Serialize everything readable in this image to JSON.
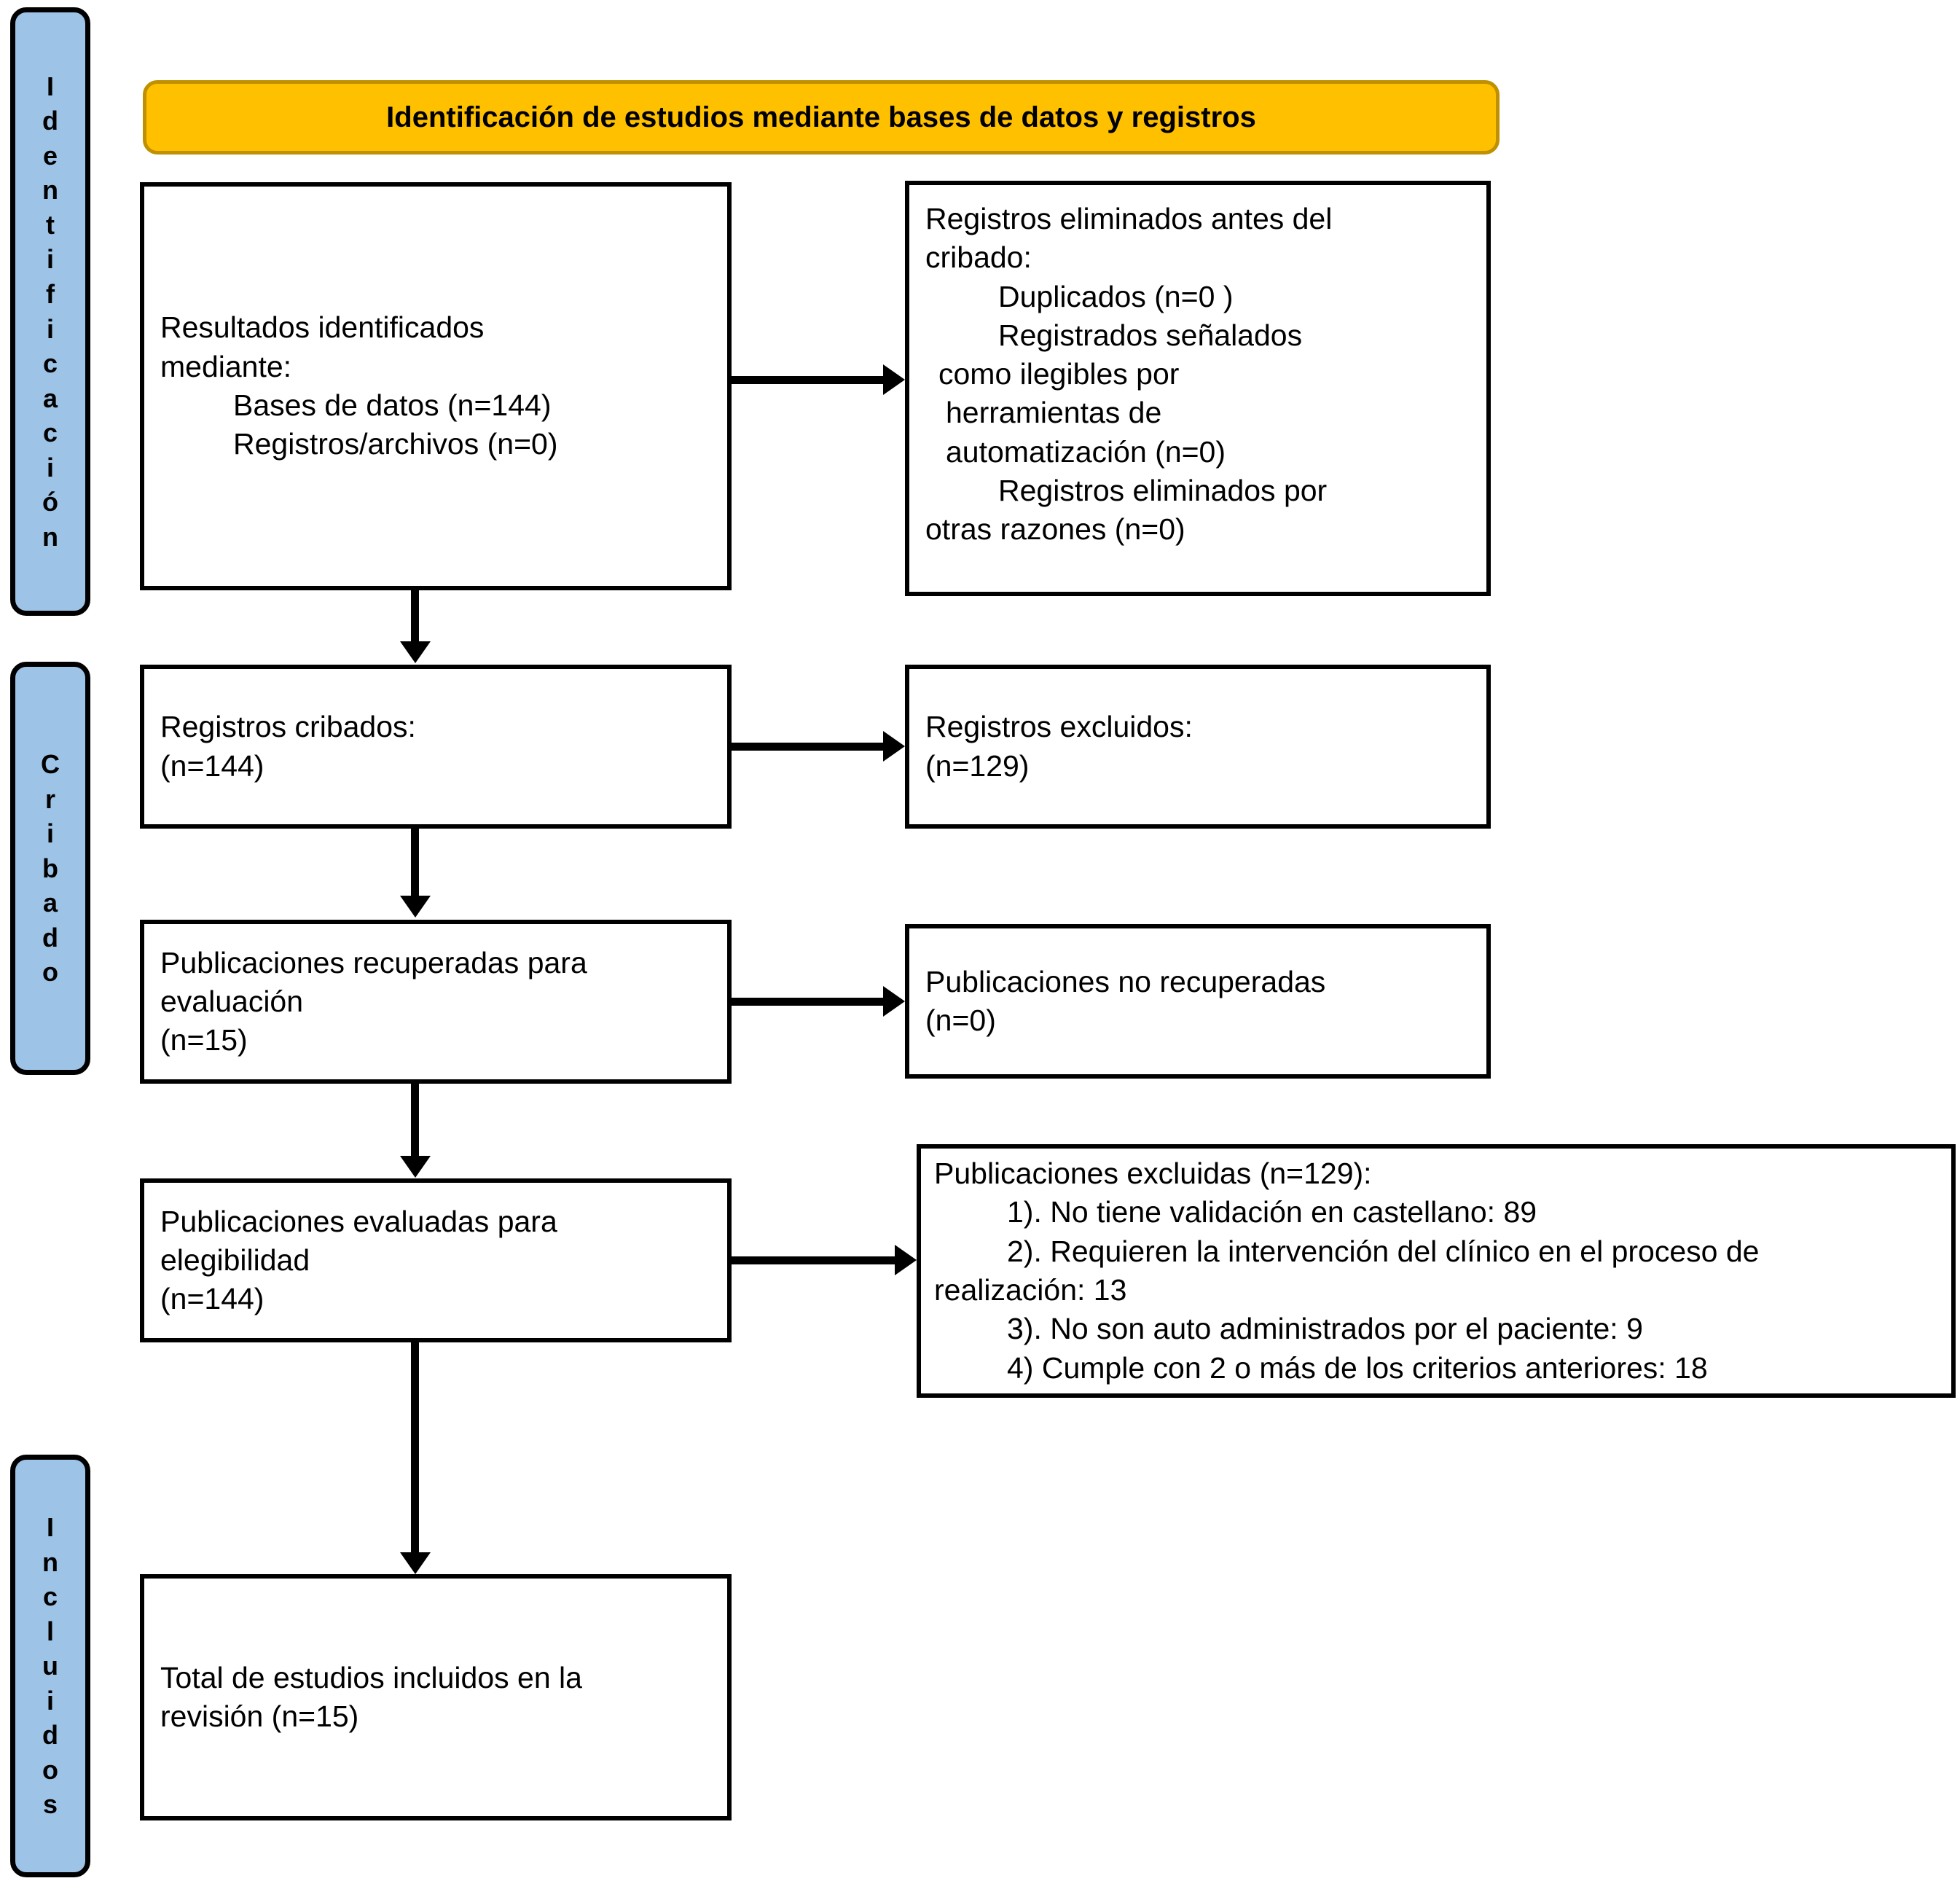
{
  "diagram": {
    "type": "PRISMA flow diagram",
    "language": "es",
    "colors": {
      "stage_fill": "#9DC3E6",
      "banner_fill": "#FFC000",
      "banner_border": "#BF9000",
      "box_border": "#000000",
      "text": "#000000"
    }
  },
  "stages": [
    {
      "key": "identificacion",
      "label": "Identificación"
    },
    {
      "key": "cribado",
      "label": "Cribado"
    },
    {
      "key": "incluidos",
      "label": "Incluidos"
    }
  ],
  "banner": {
    "title": "Identificación de estudios mediante bases de datos y registros"
  },
  "boxes": {
    "identified": {
      "name": "resultados-identificados",
      "line1": "Resultados identificados",
      "line2": "mediante:",
      "line3": "Bases de datos (n=144)",
      "line4": "Registros/archivos (n=0)"
    },
    "removed_before_screening": {
      "name": "registros-eliminados-antes-cribado",
      "line1": "Registros eliminados antes del",
      "line2": "cribado:",
      "line3": "Duplicados (n=0 )",
      "line4": "Registrados señalados",
      "line5": "como ilegibles por",
      "line6": "herramientas de",
      "line7": "automatización (n=0)",
      "line8": "Registros eliminados por",
      "line9": "otras razones (n=0)"
    },
    "screened": {
      "name": "registros-cribados",
      "line1": "Registros cribados:",
      "line2": "(n=144)"
    },
    "excluded_records": {
      "name": "registros-excluidos",
      "line1": "Registros excluidos:",
      "line2": "(n=129)"
    },
    "retrieved": {
      "name": "publicaciones-recuperadas",
      "line1": "Publicaciones recuperadas para",
      "line2": "evaluación",
      "line3": "(n=15)"
    },
    "not_retrieved": {
      "name": "publicaciones-no-recuperadas",
      "line1": "Publicaciones no recuperadas",
      "line2": "(n=0)"
    },
    "assessed": {
      "name": "publicaciones-evaluadas",
      "line1": "Publicaciones evaluadas para",
      "line2": "elegibilidad",
      "line3": "(n=144)"
    },
    "excluded_publications": {
      "name": "publicaciones-excluidas",
      "line1": "Publicaciones excluidas (n=129):",
      "line2": "1). No tiene validación en castellano: 89",
      "line3": "2). Requieren la intervención del clínico en el proceso de",
      "line4": "realización: 13",
      "line5": "3). No son auto administrados por el paciente: 9",
      "line6": "4) Cumple con 2 o más de los criterios anteriores: 18"
    },
    "included": {
      "name": "total-estudios-incluidos",
      "line1": "Total de estudios incluidos en la",
      "line2": "revisión (n=15)"
    }
  },
  "counts": {
    "databases": 144,
    "registers": 0,
    "duplicates": 0,
    "ineligible_automation": 0,
    "removed_other": 0,
    "screened": 144,
    "records_excluded": 129,
    "retrieved": 15,
    "not_retrieved": 0,
    "assessed": 144,
    "publications_excluded": 129,
    "excl_no_spanish_validation": 89,
    "excl_requires_clinician": 13,
    "excl_not_self_administered": 9,
    "excl_multiple_criteria": 18,
    "included": 15
  }
}
